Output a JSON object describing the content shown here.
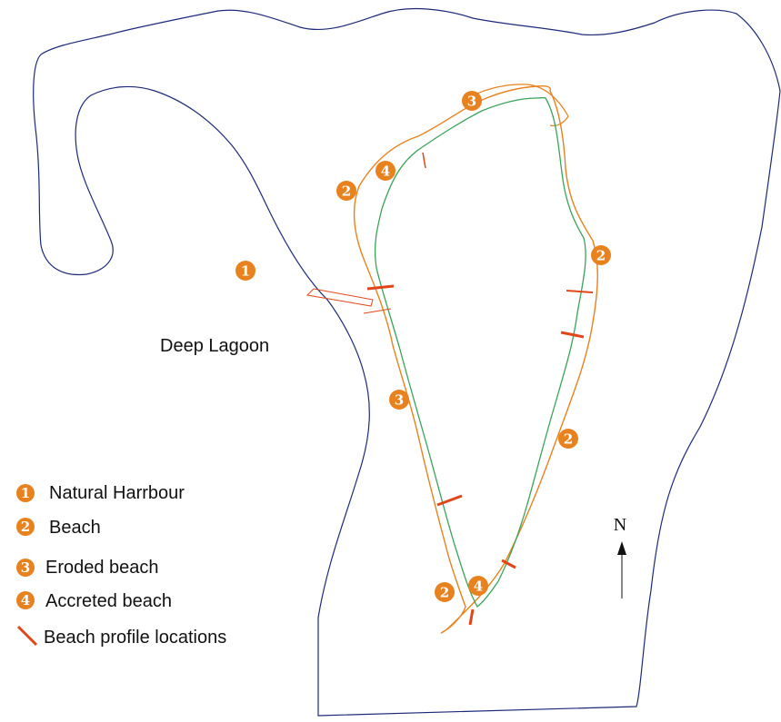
{
  "map": {
    "lagoon_label": "Deep Lagoon",
    "north_label": "N",
    "colors": {
      "outline": "#1d2a7a",
      "orange": "#e8821e",
      "green": "#3aa35a",
      "profile": "#e0461a"
    }
  },
  "markers": [
    {
      "type": "1"
    },
    {
      "type": "2"
    },
    {
      "type": "2"
    },
    {
      "type": "2"
    },
    {
      "type": "2"
    },
    {
      "type": "3"
    },
    {
      "type": "3"
    },
    {
      "type": "4"
    },
    {
      "type": "4"
    }
  ],
  "legend": {
    "items": [
      {
        "num": "1",
        "label": "Natural Harrbour"
      },
      {
        "num": "2",
        "label": "Beach"
      },
      {
        "num": "3",
        "label": "Eroded beach"
      },
      {
        "num": "4",
        "label": "Accreted beach"
      }
    ],
    "profile_label": "Beach profile locations"
  }
}
